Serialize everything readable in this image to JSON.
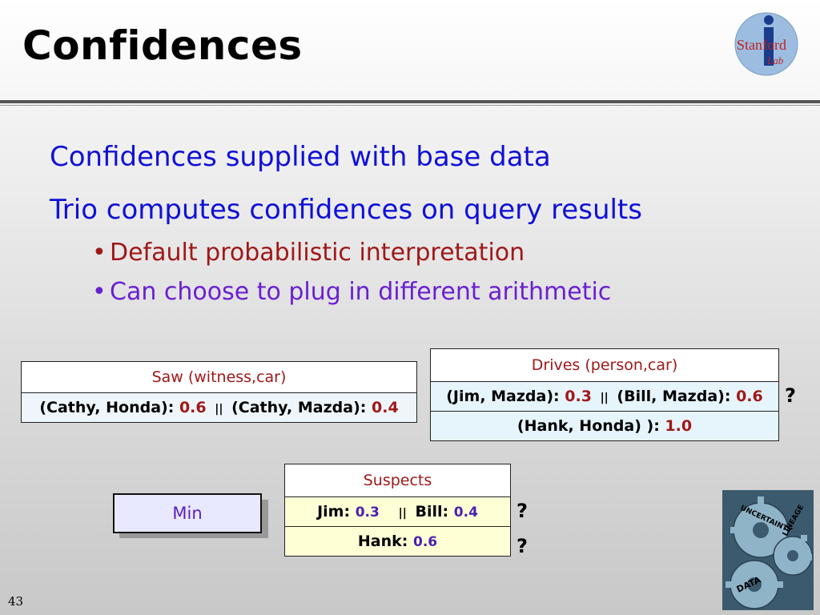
{
  "slide": {
    "title": "Confidences",
    "page_number": "43",
    "logo": {
      "icon": "stanford-infolab-logo-icon",
      "line1": "Stanford",
      "line2": "Lab"
    },
    "bullets": [
      "Confidences supplied with base data",
      "Trio computes confidences on query results"
    ],
    "sub_bullets": [
      {
        "text": "Default probabilistic interpretation",
        "color": "#a01818"
      },
      {
        "text": "Can choose to plug in different arithmetic",
        "color": "#6a1fd0"
      }
    ],
    "bullet_glyph": "•"
  },
  "saw": {
    "header": "Saw (witness,car)",
    "row": {
      "a_label": "(Cathy, Honda):",
      "a_conf": "0.6",
      "sep": "||",
      "b_label": "(Cathy, Mazda):",
      "b_conf": "0.4"
    }
  },
  "drives": {
    "header": "Drives (person,car)",
    "row1": {
      "a_label": "(Jim, Mazda):",
      "a_conf": "0.3",
      "sep": "||",
      "b_label": "(Bill, Mazda):",
      "b_conf": "0.6"
    },
    "row2": {
      "label": "(Hank, Honda) ):",
      "conf": "1.0"
    }
  },
  "suspects": {
    "header": "Suspects",
    "row1": {
      "a_label": "Jim:",
      "a_conf": "0.3",
      "sep": "||",
      "b_label": "Bill:",
      "b_conf": "0.4"
    },
    "row2": {
      "label": "Hank:",
      "conf": "0.6"
    }
  },
  "min_box": {
    "label": "Min"
  },
  "question_mark": "?",
  "gears": {
    "icon": "uncertainty-lineage-data-gears-icon",
    "words": [
      "UNCERTAINTY",
      "LINEAGE",
      "DATA"
    ]
  }
}
